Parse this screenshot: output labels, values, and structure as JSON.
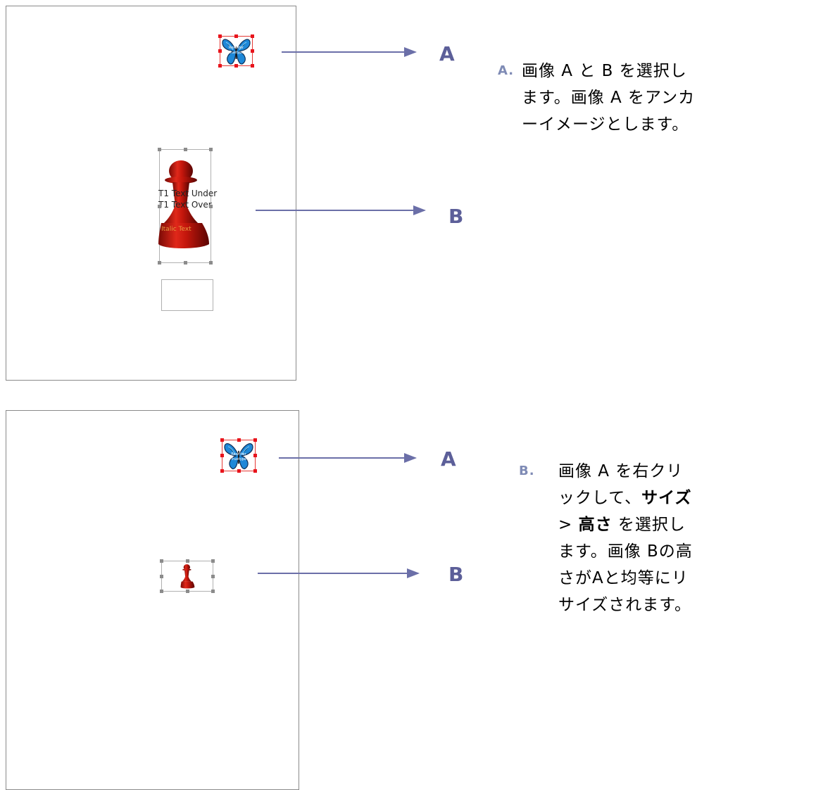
{
  "panel_top": {
    "label_a": "A",
    "label_b": "B",
    "image_a_text": [
      "Rewriter",
      "Truetype"
    ],
    "image_b_text": [
      "T1 Text Under",
      "T1 Text Over",
      "Italic Text"
    ]
  },
  "panel_bottom": {
    "label_a": "A",
    "label_b": "B",
    "image_a_text": [
      "Rewriter",
      "Truetype"
    ]
  },
  "step_a": {
    "marker": "A.",
    "text": "画像 A と B を選択します。画像 A をアンカーイメージとします。"
  },
  "step_b": {
    "marker": "B.",
    "text_before": "画像 A を右クリックして、",
    "menu_size": "サイズ",
    "separator": " > ",
    "menu_height": "高さ",
    "text_after": " を選択します。画像 Bの高さがAと均等にリサイズされます。"
  },
  "colors": {
    "arrow": "#6b6fa8",
    "label": "#5c5f99",
    "marker": "#7f8bb5",
    "anchor_handle": "#e8141c",
    "target_handle": "#8c8c8c"
  }
}
